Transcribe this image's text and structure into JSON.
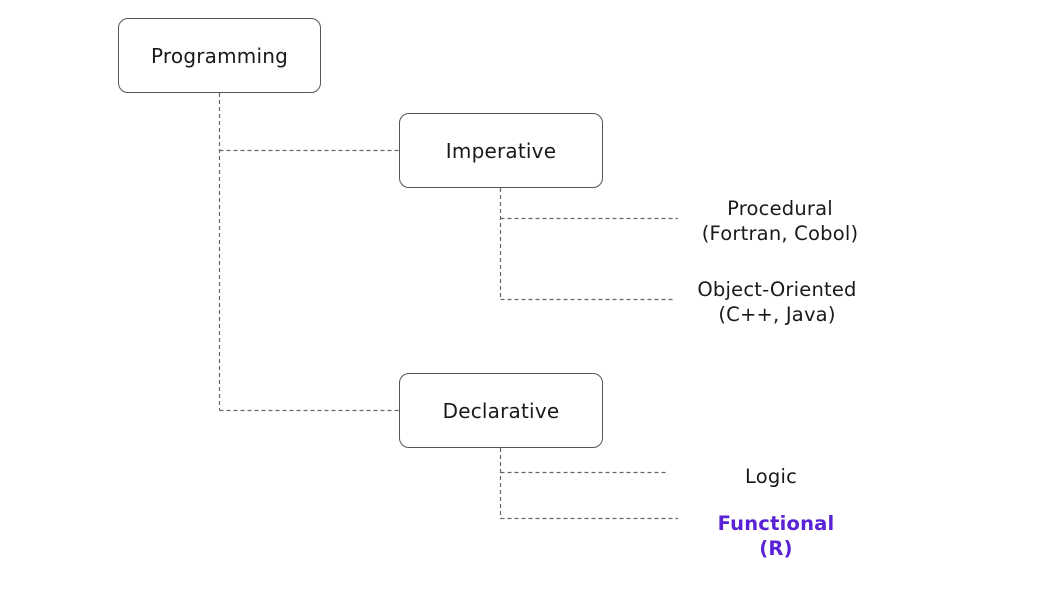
{
  "diagram": {
    "accent_color": "#5a22d6",
    "root": {
      "label": "Programming"
    },
    "imperative": {
      "label": "Imperative",
      "children": [
        {
          "name": "Procedural",
          "detail": "(Fortran, Cobol)"
        },
        {
          "name": "Object-Oriented",
          "detail": "(C++, Java)"
        }
      ]
    },
    "declarative": {
      "label": "Declarative",
      "children": [
        {
          "name": "Logic"
        },
        {
          "name": "Functional",
          "detail": "(R)",
          "highlighted": true
        }
      ]
    }
  }
}
